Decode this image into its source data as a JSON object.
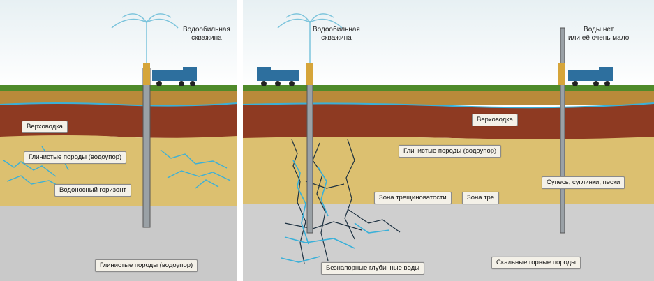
{
  "left_panel": {
    "well_caption_line1": "Водообильная",
    "well_caption_line2": "скважина",
    "labels": {
      "perched_water": "Верховодка",
      "clay_aquitard_top": "Глинистые породы (водоупор)",
      "aquifer": "Водоносный горизонт",
      "clay_aquitard_bottom": "Глинистые породы (водоупор)"
    }
  },
  "right_panel": {
    "well_caption_line1": "Водообильная",
    "well_caption_line2": "скважина",
    "dry_caption_line1": "Воды нет",
    "dry_caption_line2": "или её очень мало",
    "labels": {
      "perched_water": "Верховодка",
      "clay_aquitard": "Глинистые породы (водоупор)",
      "fracture_zone": "Зона трещиноватости",
      "fracture_zone_repeat": "Зона тре",
      "sandy_loam": "Супесь, суглинки, пески",
      "deep_water": "Безнапорные глубинные воды",
      "bedrock": "Скальные горные породы"
    }
  },
  "colors": {
    "sky": "#eef4f6",
    "grass": "#4f8a2a",
    "topsoil": "#b98a3a",
    "red_clay": "#8e3a22",
    "sand": "#dcc070",
    "rock": "#c9c9c9",
    "water": "#3ab0d8",
    "truck": "#2d6f9e"
  }
}
